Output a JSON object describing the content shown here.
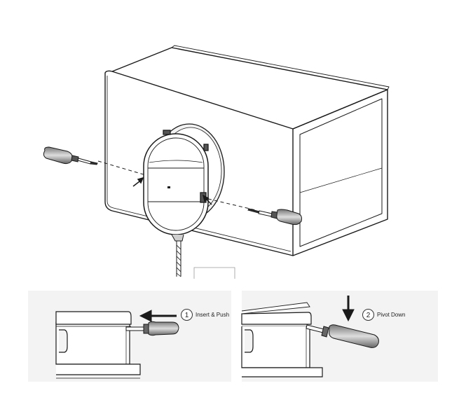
{
  "diagram": {
    "colors": {
      "line": "#1a1a1a",
      "panel_bg": "#f3f3f3",
      "grey_fill": "#d9d9d9",
      "dark_fill": "#555555"
    },
    "steps": [
      {
        "number": "1",
        "label": "Insert & Push",
        "arrow": "left-arrow-icon"
      },
      {
        "number": "2",
        "label": "Pivot Down",
        "arrow": "down-arrow-icon"
      }
    ]
  }
}
